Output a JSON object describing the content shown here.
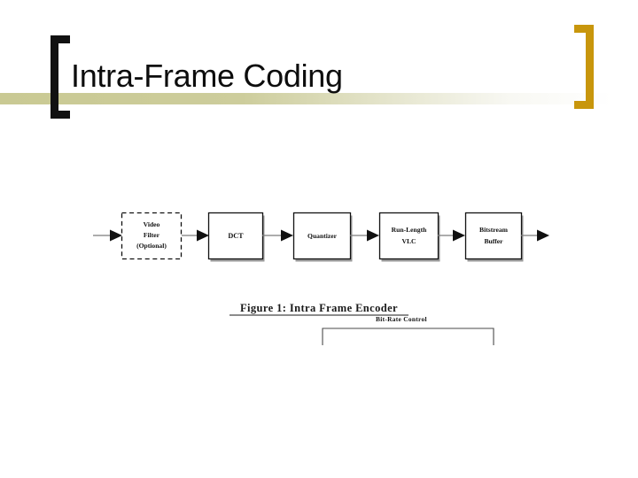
{
  "slide": {
    "title": "Intra-Frame Coding",
    "accent_color_left_bracket": "#111111",
    "accent_color_right_bracket": "#C8960C",
    "band_color": "#C9C993",
    "background": "#FFFFFF"
  },
  "figure": {
    "caption": "Figure 1:  Intra Frame Encoder",
    "control_label": "Bit-Rate Control",
    "blocks": [
      {
        "id": "video-filter",
        "line1": "Video",
        "line2": "Filter",
        "line3": "(Optional)",
        "style": "dashed"
      },
      {
        "id": "dct",
        "line1": "DCT",
        "line2": "",
        "line3": "",
        "style": "solid"
      },
      {
        "id": "quantizer",
        "line1": "Quantizer",
        "line2": "",
        "line3": "",
        "style": "solid"
      },
      {
        "id": "run-length-vlc",
        "line1": "Run-Length",
        "line2": "VLC",
        "line3": "",
        "style": "solid"
      },
      {
        "id": "bitstream-buffer",
        "line1": "Bitstream",
        "line2": "Buffer",
        "line3": "",
        "style": "solid"
      }
    ]
  }
}
